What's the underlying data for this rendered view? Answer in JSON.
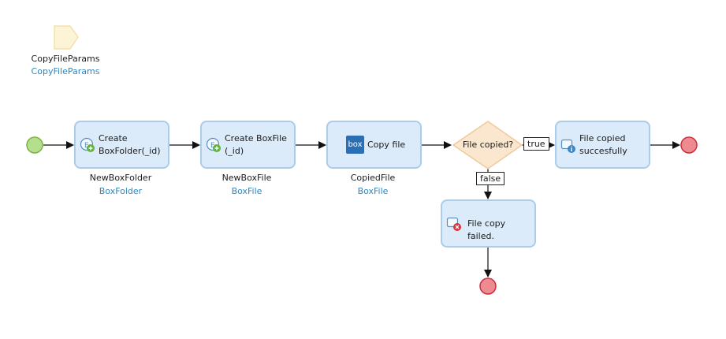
{
  "parameter": {
    "name": "CopyFileParams",
    "type": "CopyFileParams"
  },
  "activities": {
    "create_folder": {
      "label": "Create\nBoxFolder(_id)",
      "output_name": "NewBoxFolder",
      "output_type": "BoxFolder"
    },
    "create_file": {
      "label": "Create BoxFile\n(_id)",
      "output_name": "NewBoxFile",
      "output_type": "BoxFile"
    },
    "copy_file": {
      "label": "Copy file",
      "icon_text": "box",
      "output_name": "CopiedFile",
      "output_type": "BoxFile"
    },
    "success_message": {
      "label": "File copied\nsuccesfully"
    },
    "failure_message": {
      "label": "File copy failed."
    }
  },
  "decision": {
    "label": "File copied?"
  },
  "conditions": {
    "true_label": "true",
    "false_label": "false"
  },
  "colors": {
    "start_event": "#b4df8c",
    "end_event": "#ee8b91",
    "activity_fill": "#dcebf9",
    "activity_border": "#a9cdea",
    "decision_fill": "#fbe7d0",
    "parameter_fill": "#fdf3d6",
    "type_text": "#2f86bf"
  }
}
